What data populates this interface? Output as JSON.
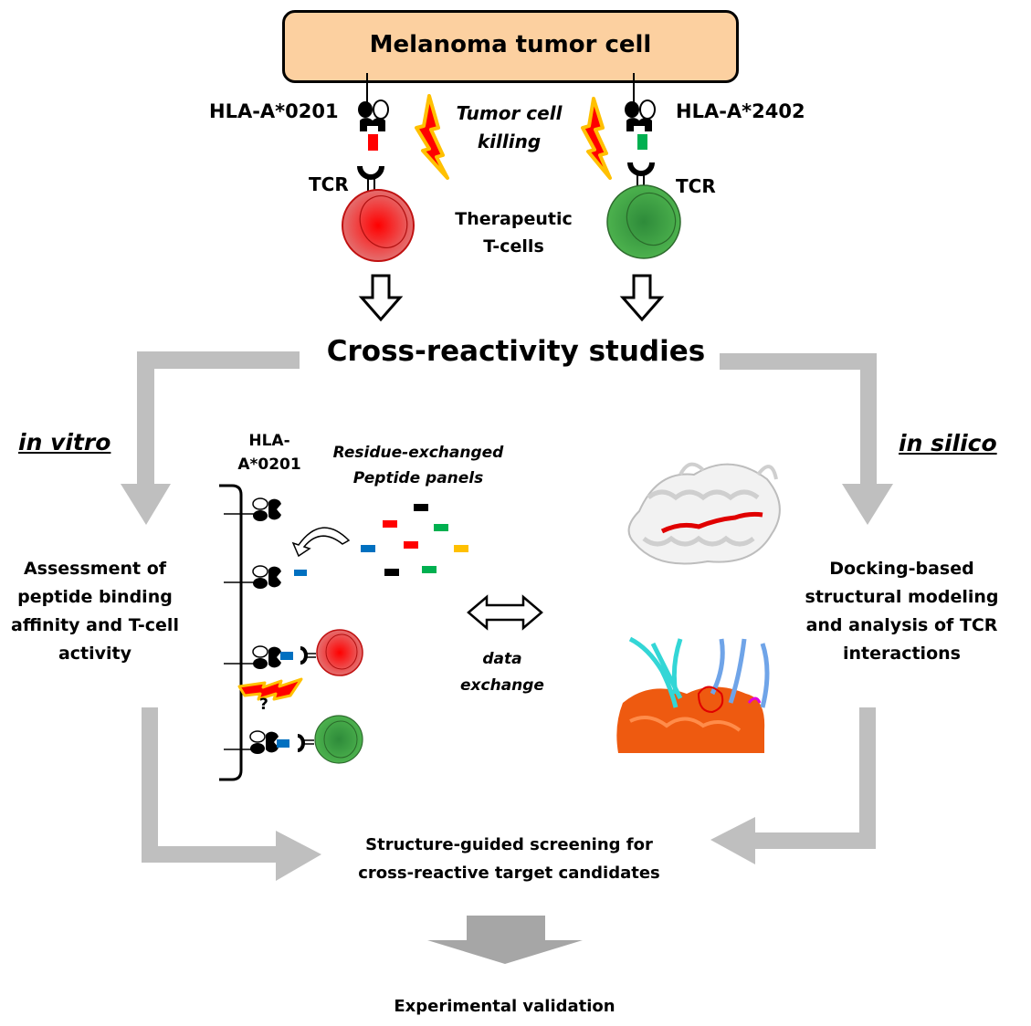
{
  "figure": {
    "tumor_cell": {
      "label": "Melanoma tumor cell",
      "fill": "#fcd0a0"
    },
    "hla_left": {
      "label": "HLA-A*0201",
      "peptide_color": "#ff0000"
    },
    "hla_right": {
      "label": "HLA-A*2402",
      "peptide_color": "#00b050"
    },
    "killing_label": {
      "line1": "Tumor cell",
      "line2": "killing"
    },
    "tcr_left": "TCR",
    "tcr_right": "TCR",
    "therapeutic": {
      "line1": "Therapeutic",
      "line2": "T-cells"
    },
    "t_cell_colors": {
      "red": "#ff1a1a",
      "green": "#3aa33a"
    },
    "cross_reactivity": "Cross-reactivity studies",
    "in_vitro": {
      "label": "in vitro",
      "description": [
        "Assessment of",
        "peptide binding",
        "affinity and T-cell",
        "activity"
      ]
    },
    "in_silico": {
      "label": "in silico",
      "description": [
        "Docking-based",
        "structural modeling",
        "and analysis of TCR",
        "interactions"
      ]
    },
    "hla_panel": {
      "line1": "HLA-",
      "line2": "A*0201"
    },
    "peptide_panels": {
      "line1": "Residue-exchanged",
      "line2": "Peptide panels",
      "peptides": [
        "#000000",
        "#ff0000",
        "#00b050",
        "#0070c0",
        "#ff0000",
        "#ffc000",
        "#000000",
        "#00b050"
      ]
    },
    "question_mark": "?",
    "data_exchange": {
      "line1": "data",
      "line2": "exchange"
    },
    "structures": {
      "top": "peptide-MHC ribbon structure",
      "bottom": "TCR-pMHC docking surface model"
    },
    "screening": {
      "line1": "Structure-guided screening for",
      "line2": "cross-reactive target candidates"
    },
    "validation": "Experimental validation",
    "arrow_gray": "#bfbfbf",
    "arrow_dark_gray": "#a6a6a6"
  }
}
